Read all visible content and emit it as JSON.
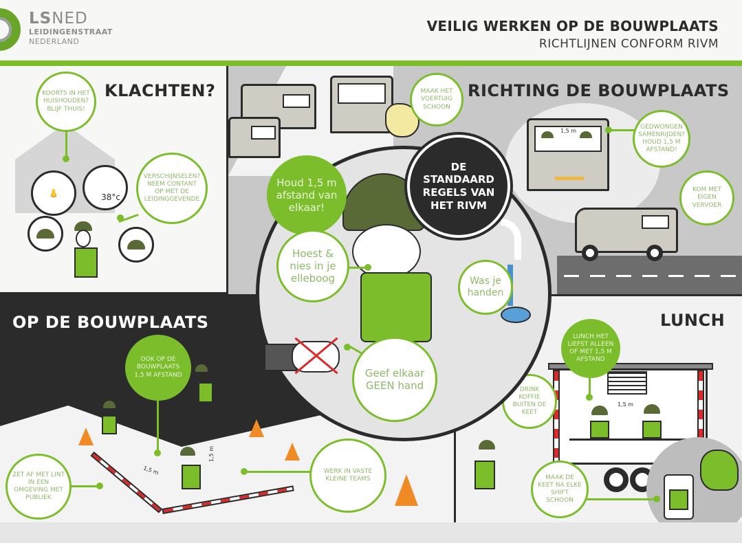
{
  "header": {
    "logo": {
      "brand_bold": "LS",
      "brand_light": "NED",
      "line1": "LEIDINGENSTRAAT",
      "line2": "NEDERLAND"
    },
    "title": "VEILIG WERKEN OP DE BOUWPLAATS",
    "subtitle": "RICHTLIJNEN CONFORM RIVM"
  },
  "colors": {
    "accent_green": "#7cbd2c",
    "dark": "#2b2b2b",
    "helmet_green": "#5a6a36",
    "cone_orange": "#f08a24",
    "tape_red": "#d92b2b",
    "water_blue": "#4a90d0"
  },
  "sections": {
    "klachten": {
      "title": "KLACHTEN?",
      "bubbles": [
        "KOORTS IN HET HUISHOUDEN? BLIJF THUIS!",
        "VERSCHIJNSELEN? NEEM CONTANT OP MET DE LEIDINGGEVENDE"
      ],
      "thermometer_label": "38°c",
      "icons": [
        "runny-nose-icon",
        "thermometer-icon",
        "sore-throat-icon",
        "coughing-icon"
      ]
    },
    "richting": {
      "title": "RICHTING DE BOUWPLAATS",
      "bubbles": [
        "MAAK HET VOERTUIG SCHOON",
        "GEDWONGEN SAMENRIJDEN? HOUD 1,5 M AFSTAND!",
        "KOM MET EIGEN VERVOER"
      ],
      "car_distance_label": "1,5 m"
    },
    "center": {
      "title": "DE STANDAARD REGELS VAN HET RIVM",
      "bubbles": [
        "Houd 1,5 m afstand van elkaar!",
        "Hoest & nies in je elleboog",
        "Was je handen",
        "Geef elkaar GEEN hand"
      ]
    },
    "op_de_bouwplaats": {
      "title": "OP DE BOUWPLAATS",
      "bubbles": [
        "OOK OP DE BOUWPLAATS 1,5 M AFSTAND",
        "ZET AF MET LINT IN EEN OMGEVING MET PUBLIEK",
        "WERK IN VASTE KLEINE TEAMS"
      ],
      "distance_labels": [
        "1,5 m",
        "1,5 m"
      ]
    },
    "lunch": {
      "title": "LUNCH",
      "bubbles": [
        "LUNCH HET LIEFST ALLEEN OF MET 1,5 M AFSTAND",
        "DRINK KOFFIE BUITEN DE KEET",
        "MAAK DE KEET NA ELKE SHIFT SCHOON"
      ],
      "distance_label": "1,5 m"
    }
  }
}
